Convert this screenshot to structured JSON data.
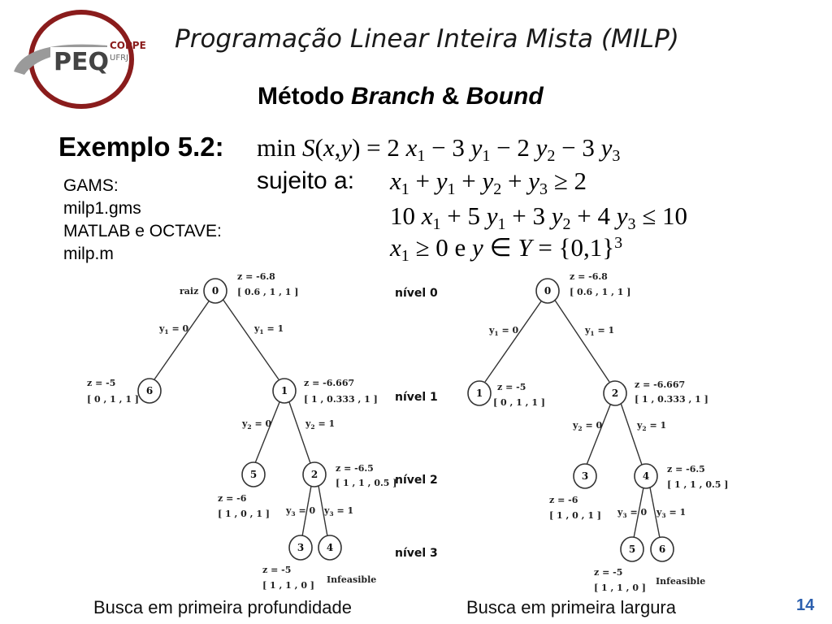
{
  "header": {
    "title": "Programação Linear Inteira Mista (MILP)",
    "logo": {
      "text": "PEQ",
      "superscript": "COPPE",
      "subscript": "UFRJ"
    }
  },
  "method": {
    "prefix": "Método ",
    "branch": "Branch",
    "amp": " & ",
    "bound": "Bound"
  },
  "example": {
    "label": "Exemplo 5.2:",
    "objective": "min S(x,y) = 2 x1 − 3 y1 − 2 y2 − 3 y3",
    "subject_to": "sujeito a:",
    "constraints": [
      "x1 + y1 + y2 + y3 ≥ 2",
      "10 x1 + 5 y1 + 3 y2 + 4 y3 ≤ 10",
      "x1 ≥ 0    e    y ∈ Y = {0,1}3"
    ]
  },
  "files": [
    "GAMS:",
    "milp1.gms",
    "MATLAB e OCTAVE:",
    "milp.m"
  ],
  "levels": [
    "nível 0",
    "nível 1",
    "nível 2",
    "nível 3"
  ],
  "tree_left": {
    "root_label": "raiz",
    "nodes": [
      "0",
      "6",
      "1",
      "5",
      "2",
      "3",
      "4"
    ],
    "annotations": {
      "n0_z": "z = -6.8",
      "n0_v": "[ 0.6 , 1 , 1 ]",
      "n6_z": "z = -5",
      "n6_v": "[ 0 , 1 , 1 ]",
      "n1_z": "z = -6.667",
      "n1_v": "[ 1 , 0.333 , 1 ]",
      "n2_z": "z = -6.5",
      "n2_v": "[ 1 , 1 , 0.5 ]",
      "n5_z": "z = -6",
      "n5_v": "[ 1 , 0 , 1 ]",
      "n3_z": "z = -5",
      "n3_v": "[ 1 , 1 , 0 ]",
      "n4_label": "Infeasible"
    }
  },
  "tree_right": {
    "nodes": [
      "0",
      "1",
      "2",
      "3",
      "4",
      "5",
      "6"
    ],
    "annotations": {
      "n0_z": "z = -6.8",
      "n0_v": "[ 0.6 , 1 , 1 ]",
      "n1_z": "z = -5",
      "n1_v": "[ 0 , 1 , 1 ]",
      "n2_z": "z = -6.667",
      "n2_v": "[ 1 , 0.333 , 1 ]",
      "n4_z": "z = -6.5",
      "n4_v": "[ 1 , 1 , 0.5 ]",
      "n3_z": "z = -6",
      "n3_v": "[ 1 , 0 , 1 ]",
      "n5_z": "z = -5",
      "n5_v": "[ 1 , 1 , 0 ]",
      "n6_label": "Infeasible"
    }
  },
  "branch_labels": {
    "y1_0": "y1 = 0",
    "y1_1": "y1 = 1",
    "y2_0": "y2 = 0",
    "y2_1": "y2 = 1",
    "y3_0": "y3 = 0",
    "y3_1": "y3 = 1"
  },
  "captions": {
    "left": "Busca em primeira profundidade",
    "right": "Busca em primeira largura"
  },
  "page_number": "14",
  "colors": {
    "logo_ring": "#8a1c1c",
    "logo_gray": "#9a9a9a",
    "page_number": "#2b5fae"
  }
}
